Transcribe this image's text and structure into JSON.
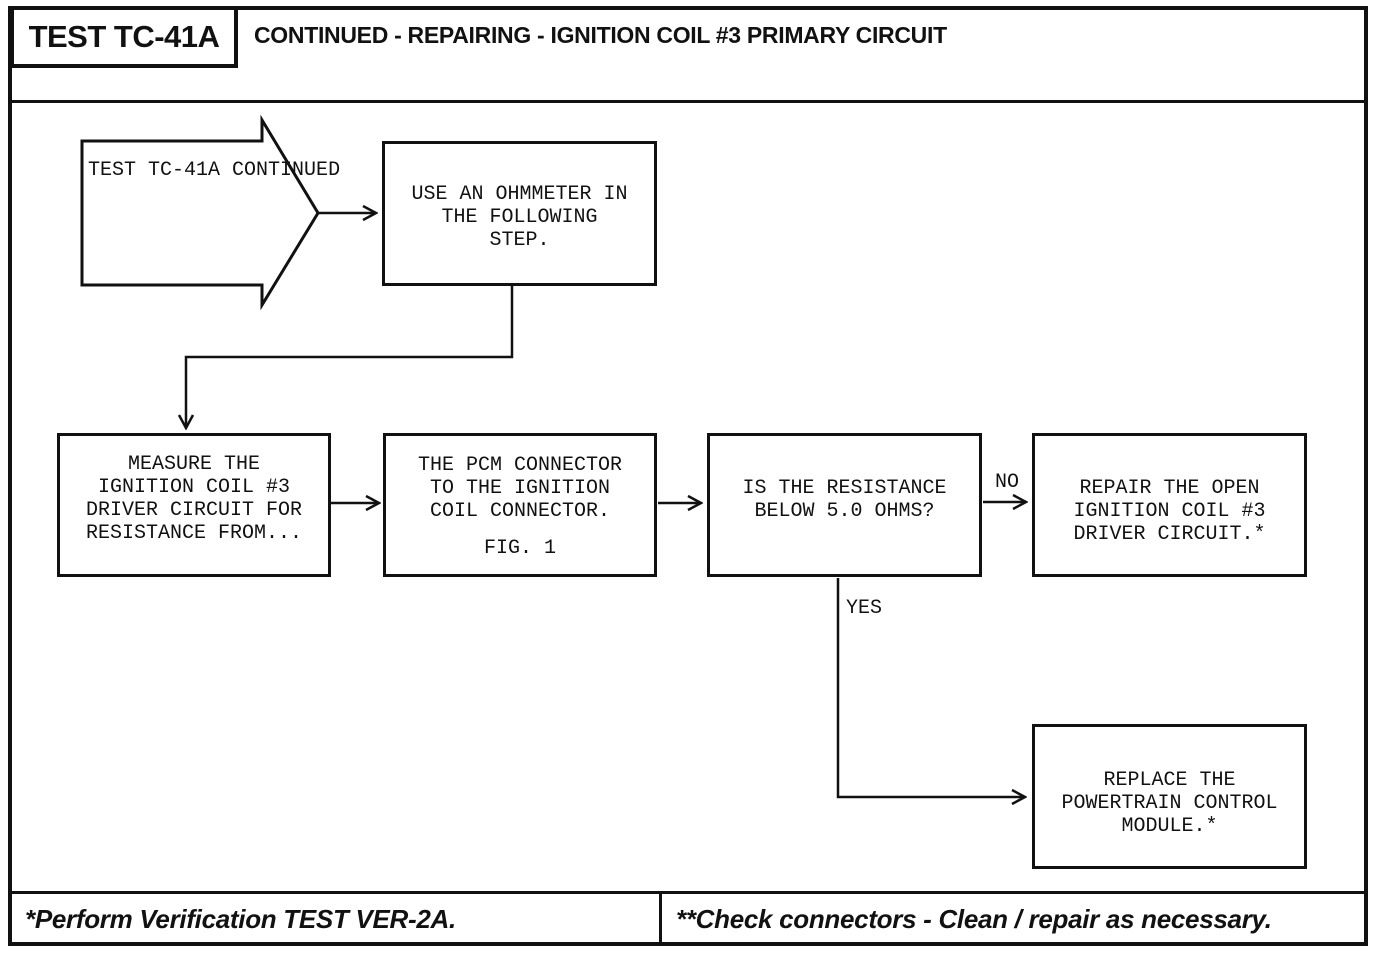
{
  "title_bar": {
    "test_label": "TEST TC-41A",
    "title": "CONTINUED - REPAIRING - IGNITION COIL #3 PRIMARY CIRCUIT"
  },
  "flowchart": {
    "entry": {
      "lines": [
        "TEST TC-41A",
        "CONTINUED"
      ]
    },
    "boxes": [
      {
        "id": "use-ohmmeter",
        "lines": [
          "USE AN OHMMETER IN",
          "THE FOLLOWING",
          "STEP."
        ]
      },
      {
        "id": "measure-resistance",
        "lines": [
          "MEASURE THE",
          "IGNITION COIL #3",
          "DRIVER CIRCUIT FOR",
          "RESISTANCE FROM..."
        ]
      },
      {
        "id": "pcm-connector",
        "lines": [
          "THE PCM CONNECTOR",
          "TO THE IGNITION",
          "COIL CONNECTOR."
        ],
        "note": "FIG. 1"
      },
      {
        "id": "resistance-question",
        "lines": [
          "IS THE RESISTANCE",
          "BELOW 5.0 OHMS?"
        ]
      },
      {
        "id": "repair-driver-circuit",
        "lines": [
          "REPAIR THE OPEN",
          "IGNITION COIL #3",
          "DRIVER CIRCUIT.*"
        ]
      },
      {
        "id": "replace-pcm",
        "lines": [
          "REPLACE THE",
          "POWERTRAIN CONTROL",
          "MODULE.*"
        ]
      }
    ],
    "branch_labels": {
      "no": "NO",
      "yes": "YES"
    }
  },
  "footnotes": {
    "left": "*Perform Verification TEST VER-2A.",
    "right": "**Check connectors - Clean / repair as necessary."
  },
  "colors": {
    "ink": "#111111",
    "paper": "#ffffff"
  }
}
